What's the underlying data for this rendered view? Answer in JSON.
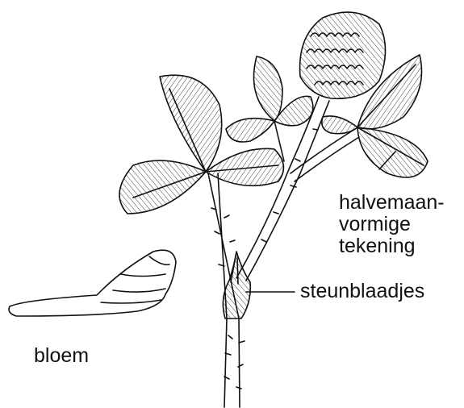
{
  "labels": {
    "crescent_marking": [
      "halvemaan-",
      "vormige",
      "tekening"
    ],
    "stipules": "steunblaadjes",
    "flower": "bloem"
  },
  "colors": {
    "ink": "#111111",
    "paper": "#ffffff"
  }
}
